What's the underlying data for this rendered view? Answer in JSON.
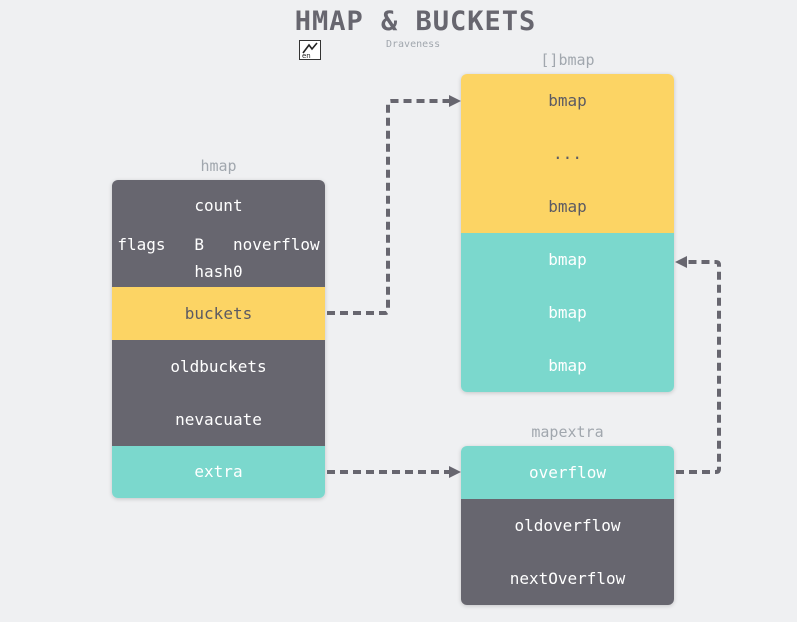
{
  "title": "HMAP & BUCKETS",
  "author": "Draveness",
  "hmap": {
    "label": "hmap",
    "cells": [
      "count",
      "flags   B   noverflow",
      "hash0",
      "buckets",
      "oldbuckets",
      "nevacuate",
      "extra"
    ]
  },
  "bmap": {
    "label": "[]bmap",
    "cells": [
      "bmap",
      "...",
      "bmap",
      "bmap",
      "bmap",
      "bmap"
    ]
  },
  "mapextra": {
    "label": "mapextra",
    "cells": [
      "overflow",
      "oldoverflow",
      "nextOverflow"
    ]
  },
  "colors": {
    "background": "#eff0f2",
    "dark": "#67666f",
    "yellow": "#fcd464",
    "teal": "#7bd8cd",
    "label": "#a1a7ae"
  }
}
